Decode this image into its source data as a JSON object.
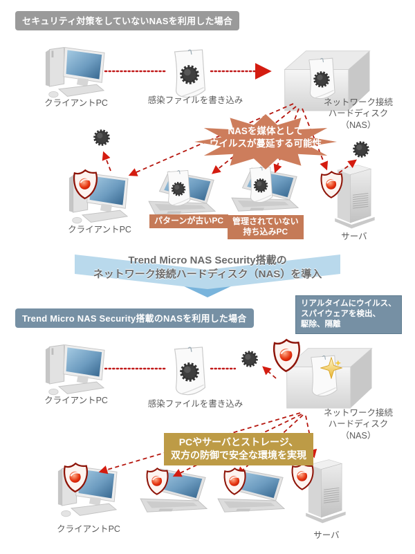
{
  "colors": {
    "panel1_title_bg": "#9a9a9a",
    "panel2_title_bg": "#7690a4",
    "burst_bg": "#cd7d5c",
    "warn_label_bg": "#c57a57",
    "gold_label_bg": "#bd9b46",
    "arrow_red": "#c01818",
    "transition_blue": "#b9d9ec",
    "transition_blue_dark": "#79b4dc",
    "shield_red": "#8e1408"
  },
  "icons": {
    "virus-icon": "dark gear ball (malware)",
    "shield-icon": "red protection shield",
    "sparkle-icon": "gold four-point star (clean)",
    "infected-file-icon": "curled page with dark gear",
    "clean-file-icon": "curled page with sparkle",
    "desktop-pc-icon": "desktop computer with monitor",
    "laptop-icon": "notebook computer",
    "server-icon": "tower server",
    "nas-icon": "network attached storage box"
  },
  "panel1": {
    "title": "セキュリティ対策をしていないNASを利用した場合",
    "client_pc_label": "クライアントPC",
    "infected_file_label": "感染ファイルを書き込み",
    "nas_label": "ネットワーク接続\nハードディスク\n（NAS）",
    "burst_text": "NASを媒体として\nウイルスが蔓延する可能性",
    "client_pc2_label": "クライアントPC",
    "old_pattern_label": "パターンが古いPC",
    "unmanaged_label": "管理されていない\n持ち込みPC",
    "server_label": "サーバ"
  },
  "transition": {
    "text": "Trend Micro NAS Security搭載の\nネットワーク接続ハードディスク（NAS）を導入"
  },
  "panel2": {
    "title": "Trend Micro NAS Security搭載のNASを利用した場合",
    "realtime_note": "リアルタイムにウイルス、\nスパイウェアを検出、\n駆除、隔離",
    "client_pc_label": "クライアントPC",
    "infected_file_label": "感染ファイルを書き込み",
    "nas_label": "ネットワーク接続\nハードディスク\n（NAS）",
    "gold_note": "PCやサーバとストレージ、\n双方の防御で安全な環境を実現",
    "client_pc2_label": "クライアントPC",
    "server_label": "サーバ"
  }
}
